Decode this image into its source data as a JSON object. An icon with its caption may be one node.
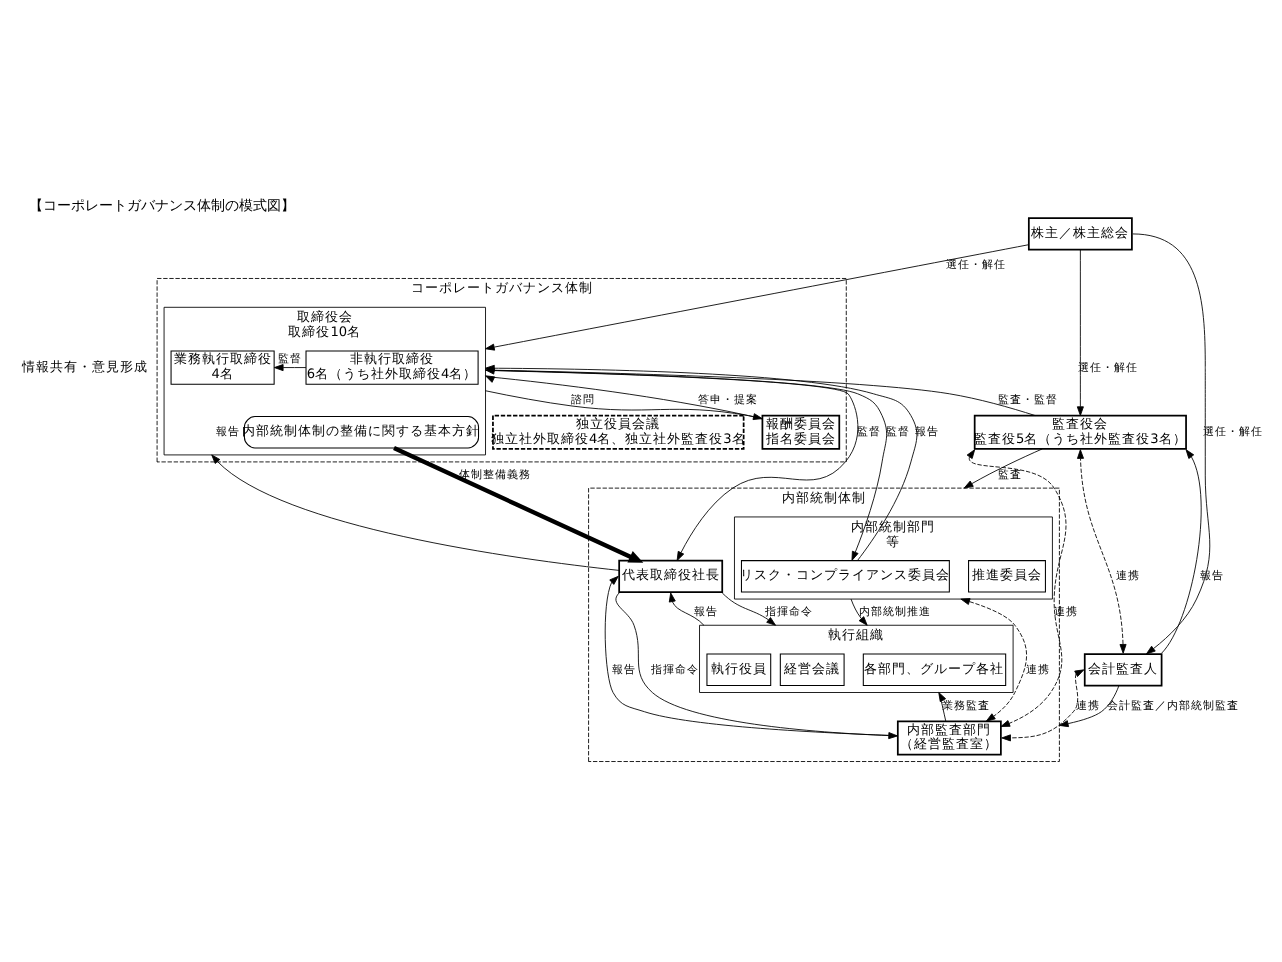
{
  "diagram": {
    "title": "【コーポレートガバナンス体制の模式図】",
    "nodes": [
      {
        "text": [
          "株主／株主総会"
        ]
      },
      {
        "text": [
          "コーポレートガバナンス体制"
        ]
      },
      {
        "text": [
          "取締役会",
          "取締役10名"
        ],
        "in": 1
      },
      {
        "text": [
          "業務執行取締役",
          "4名"
        ],
        "in": 2
      },
      {
        "text": [
          "非執行取締役",
          "6名（うち社外取締役4名）"
        ],
        "in": 2
      },
      {
        "text": [
          "内部統制体制の整備に関する基本方針"
        ],
        "in": 2
      },
      {
        "text": [
          "報酬委員会",
          "指名委員会"
        ],
        "in": 1
      },
      {
        "text": [
          "独立役員会議",
          "独立社外取締役4名、独立社外監査役3名"
        ],
        "in": 1
      },
      {
        "text": [
          "監査役会",
          "監査役5名（うち社外監査役3名）"
        ]
      },
      {
        "text": [
          "内部統制体制"
        ]
      },
      {
        "text": [
          "代表取締役社長"
        ],
        "in": 9
      },
      {
        "text": [
          "内部統制部門",
          "等"
        ],
        "in": 9
      },
      {
        "text": [
          "推進委員会"
        ],
        "in": 11
      },
      {
        "text": [
          "リスク・コンプライアンス委員会"
        ],
        "in": 11
      },
      {
        "text": [
          "執行組織"
        ],
        "in": 9
      },
      {
        "text": [
          "執行役員"
        ],
        "in": 14
      },
      {
        "text": [
          "各部門、グループ各社"
        ],
        "in": 14
      },
      {
        "text": [
          "経営会議"
        ],
        "in": 14
      },
      {
        "text": [
          "内部監査部門",
          "（経営監査室）"
        ],
        "in": 9
      },
      {
        "text": [
          "会計監査人"
        ]
      }
    ],
    "edges": [
      {
        "from": 0,
        "to": 2,
        "arrow": "to",
        "label": "選任・解任"
      },
      {
        "from": 0,
        "to": 8,
        "arrow": "to",
        "label": "選任・解任"
      },
      {
        "from": 0,
        "to": 19,
        "arrow": "to",
        "label": "選任・解任"
      },
      {
        "from": 2,
        "to": 6,
        "arrow": "to",
        "label": "諮問"
      },
      {
        "from": 6,
        "to": 2,
        "arrow": "to",
        "label": "答申・提案"
      },
      {
        "from": 4,
        "to": 3,
        "arrow": "to",
        "label": "監督"
      },
      {
        "from": 8,
        "to": 2,
        "arrow": "to",
        "label": "監査・監督"
      },
      {
        "from": 2,
        "to": 10,
        "arrow": "to",
        "label": "監督"
      },
      {
        "from": 10,
        "to": 2,
        "arrow": "to",
        "label": "報告"
      },
      {
        "from": 5,
        "to": 10,
        "arrow": "to",
        "label": "体制整備義務",
        "style": "thick"
      },
      {
        "from": 2,
        "to": 13,
        "arrow": "to",
        "label": "監督"
      },
      {
        "from": 13,
        "to": 2,
        "arrow": "to",
        "label": "報告"
      },
      {
        "from": 8,
        "to": 9,
        "arrow": "to",
        "label": "監査"
      },
      {
        "from": 11,
        "to": 14,
        "arrow": "to",
        "label": "内部統制推進"
      },
      {
        "from": 18,
        "to": 14,
        "arrow": "to",
        "label": "業務監査"
      },
      {
        "from": 11,
        "to": 18,
        "arrow": "both",
        "label": "連携",
        "style": "dashed"
      },
      {
        "from": 8,
        "to": 18,
        "arrow": "both",
        "label": "連携",
        "style": "dashed"
      },
      {
        "from": 19,
        "to": 18,
        "arrow": "both",
        "label": "連携",
        "style": "dashed"
      },
      {
        "from": 19,
        "to": 9,
        "arrow": "to",
        "label": "会計監査／内部統制監査"
      },
      {
        "from": 19,
        "to": 8,
        "arrow": "both",
        "label": "連携",
        "style": "dashed"
      },
      {
        "from": 19,
        "to": 8,
        "arrow": "to",
        "label": "報告"
      },
      {
        "from": 14,
        "to": 10,
        "arrow": "to",
        "label": "報告"
      },
      {
        "from": 10,
        "to": 14,
        "arrow": "to",
        "label": "指揮命令"
      },
      {
        "from": 18,
        "to": 10,
        "arrow": "to",
        "label": "報告"
      },
      {
        "from": 10,
        "to": 18,
        "arrow": "to",
        "label": "指揮命令"
      }
    ],
    "labels": [
      "情報共有・意見形成"
    ]
  }
}
